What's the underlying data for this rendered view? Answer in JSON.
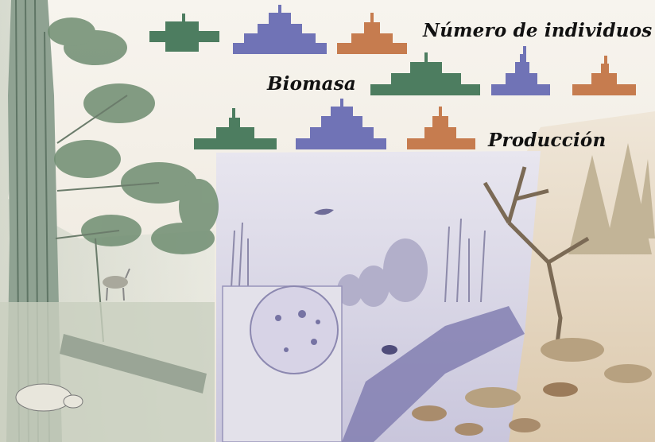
{
  "labels": {
    "numero": "Número de individuos",
    "biomasa": "Biomasa",
    "produccion": "Producción"
  },
  "colors": {
    "green": "#4d7d60",
    "purple": "#7073b6",
    "orange": "#c67c4f"
  },
  "pyramids": {
    "numero": [
      "green",
      "purple",
      "orange"
    ],
    "biomasa": [
      "green",
      "purple",
      "orange"
    ],
    "produccion": [
      "green",
      "purple",
      "orange"
    ]
  }
}
